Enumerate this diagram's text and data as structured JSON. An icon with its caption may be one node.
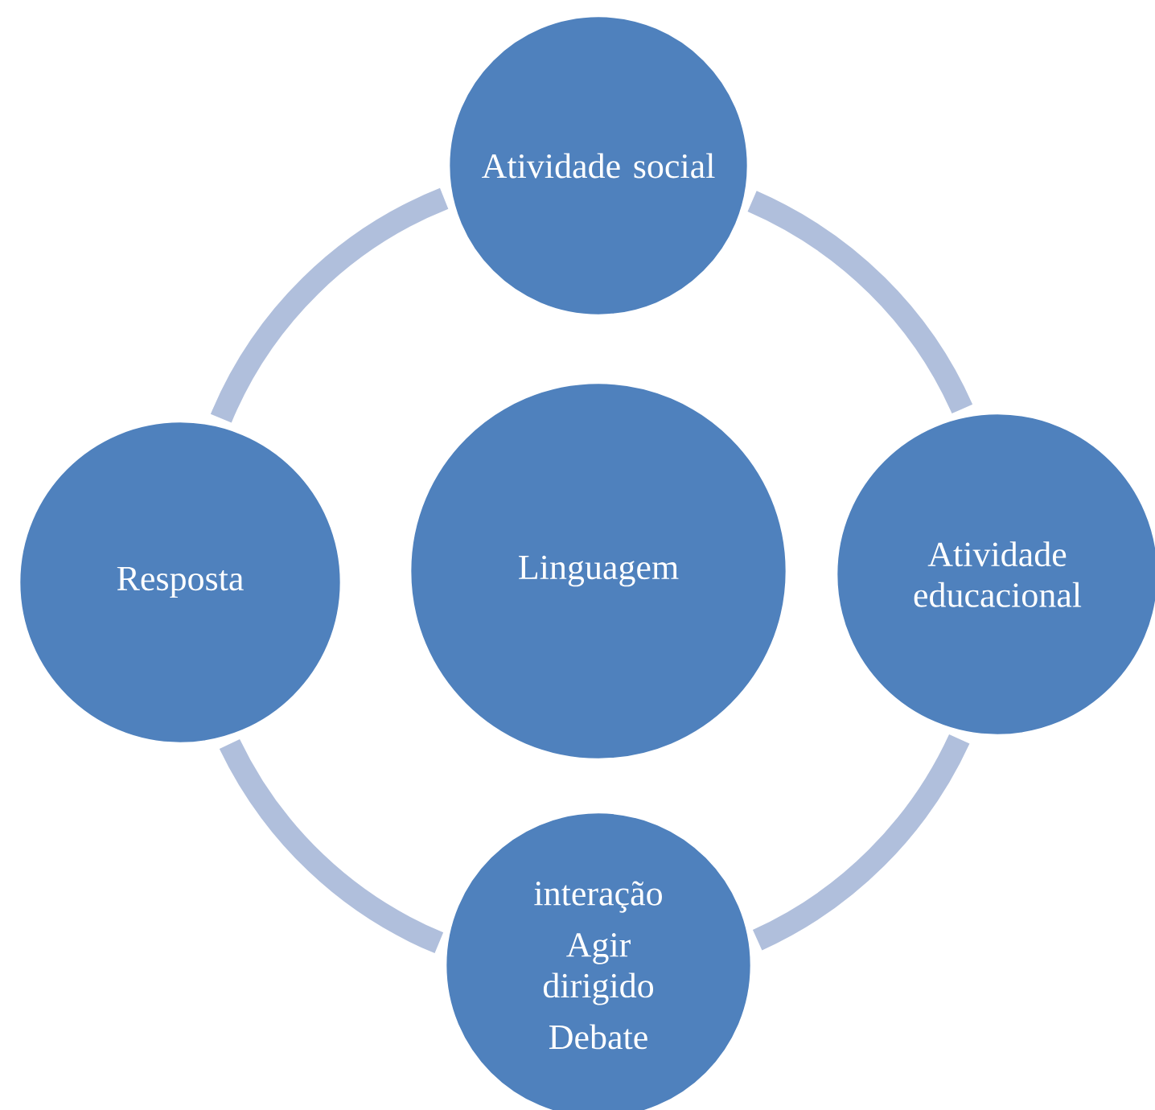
{
  "diagram": {
    "nodes": [
      {
        "text": [
          "Atividade social"
        ]
      },
      {
        "text": [
          "Atividade educacional"
        ]
      },
      {
        "text": [
          "interação",
          "Agir dirigido",
          "Debate"
        ]
      },
      {
        "text": [
          "Resposta"
        ]
      },
      {
        "text": [
          "Linguagem"
        ]
      }
    ],
    "edges": [
      {
        "from": 0,
        "to": 1,
        "arrow": "none"
      },
      {
        "from": 1,
        "to": 2,
        "arrow": "none"
      },
      {
        "from": 2,
        "to": 3,
        "arrow": "none"
      },
      {
        "from": 3,
        "to": 0,
        "arrow": "none"
      }
    ]
  }
}
